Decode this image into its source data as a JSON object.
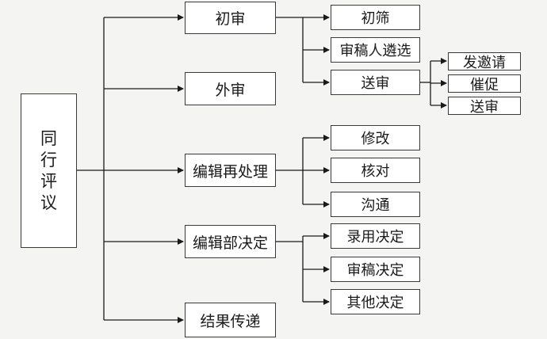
{
  "root": {
    "chars": [
      "同",
      "行",
      "评",
      "议"
    ]
  },
  "level1": {
    "chushen": "初审",
    "waishen": "外审",
    "bianji_chuli": "编辑再处理",
    "bianji_jueding": "编辑部决定",
    "jieguo": "结果传递"
  },
  "chushen_children": {
    "chushai": "初筛",
    "shengaoren": "审稿人遴选",
    "songshen": "送审"
  },
  "songshen_children": {
    "yaoqing": "发邀请",
    "cuicu": "催促",
    "songshen": "送审"
  },
  "chuli_children": {
    "xiugai": "修改",
    "hedui": "核对",
    "goutong": "沟通"
  },
  "jueding_children": {
    "luyong": "录用决定",
    "shengao": "审稿决定",
    "qita": "其他决定"
  },
  "colors": {
    "line": "#1a1a1a",
    "border": "#3a3a3a",
    "background": "#f4f4f2"
  }
}
